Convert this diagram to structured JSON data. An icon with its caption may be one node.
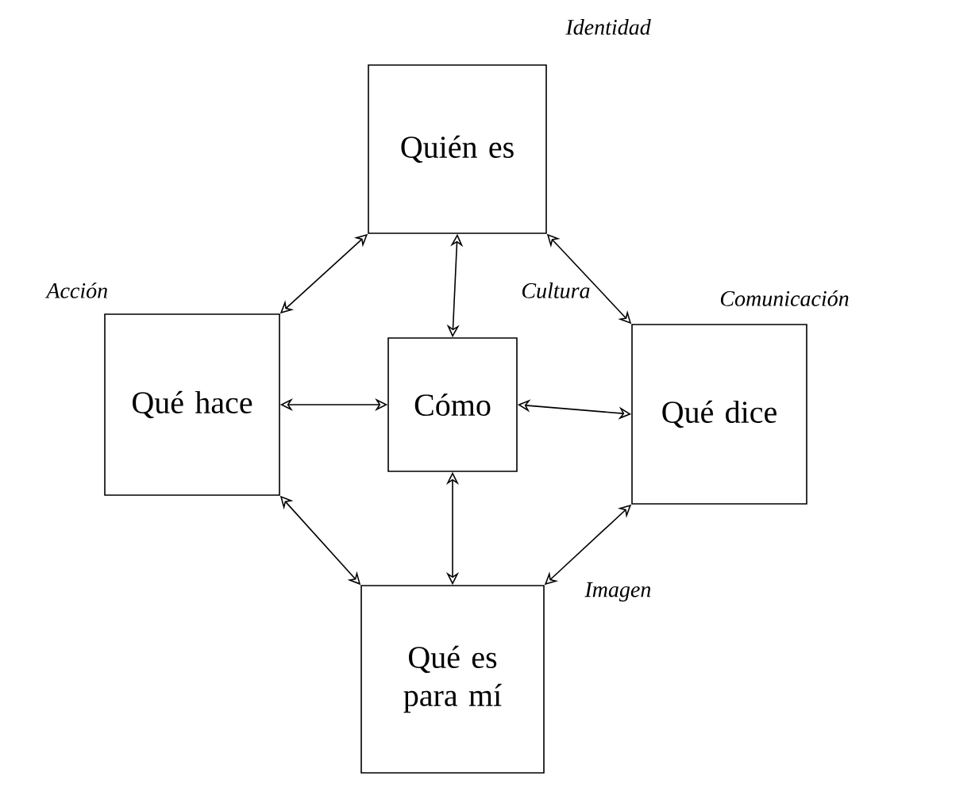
{
  "diagram": {
    "nodes": [
      {
        "text": [
          "Quién es"
        ],
        "beside": [
          "Identidad"
        ]
      },
      {
        "text": [
          "Qué hace"
        ],
        "beside": [
          "Acción"
        ]
      },
      {
        "text": [
          "Cómo"
        ]
      },
      {
        "text": [
          "Qué dice"
        ],
        "beside": [
          "Comunicación"
        ]
      },
      {
        "text": [
          "Qué es para mí"
        ],
        "beside": [
          "Imagen"
        ]
      }
    ],
    "edges": [
      {
        "from": 0,
        "to": 2,
        "arrow": "both"
      },
      {
        "from": 1,
        "to": 2,
        "arrow": "both"
      },
      {
        "from": 2,
        "to": 3,
        "arrow": "both"
      },
      {
        "from": 2,
        "to": 4,
        "arrow": "both"
      },
      {
        "from": 0,
        "to": 1,
        "arrow": "both"
      },
      {
        "from": 0,
        "to": 3,
        "arrow": "both"
      },
      {
        "from": 1,
        "to": 4,
        "arrow": "both"
      },
      {
        "from": 3,
        "to": 4,
        "arrow": "both"
      }
    ],
    "labels": [
      "Cultura"
    ]
  }
}
